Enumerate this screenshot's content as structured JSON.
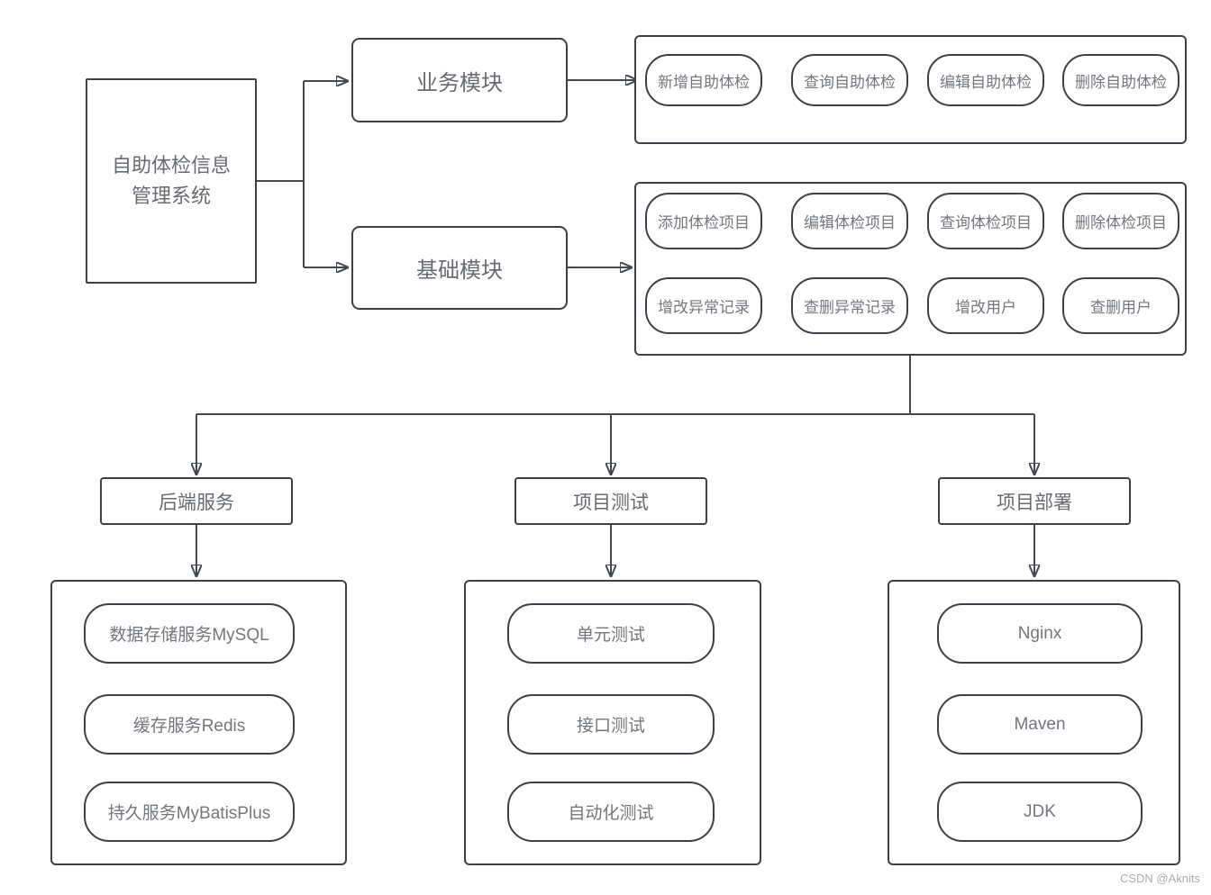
{
  "root": {
    "line1": "自助体检信息",
    "line2": "管理系统"
  },
  "modules": {
    "business": {
      "label": "业务模块",
      "actions": [
        "新增自助体检",
        "查询自助体检",
        "编辑自助体检",
        "删除自助体检"
      ]
    },
    "basic": {
      "label": "基础模块",
      "actions_row1": [
        "添加体检项目",
        "编辑体检项目",
        "查询体检项目",
        "删除体检项目"
      ],
      "actions_row2": [
        "增改异常记录",
        "查删异常记录",
        "增改用户",
        "查删用户"
      ]
    }
  },
  "sections": {
    "backend": {
      "label": "后端服务",
      "items": [
        "数据存储服务MySQL",
        "缓存服务Redis",
        "持久服务MyBatisPlus"
      ]
    },
    "testing": {
      "label": "项目测试",
      "items": [
        "单元测试",
        "接口测试",
        "自动化测试"
      ]
    },
    "deployment": {
      "label": "项目部署",
      "items": [
        "Nginx",
        "Maven",
        "JDK"
      ]
    }
  },
  "watermark": "CSDN @Aknits",
  "colors": {
    "stroke": "#3b4147",
    "line": "#44494f",
    "text": "#676b6f",
    "pill_text": "#73777b",
    "watermark": "#aaadb2"
  }
}
